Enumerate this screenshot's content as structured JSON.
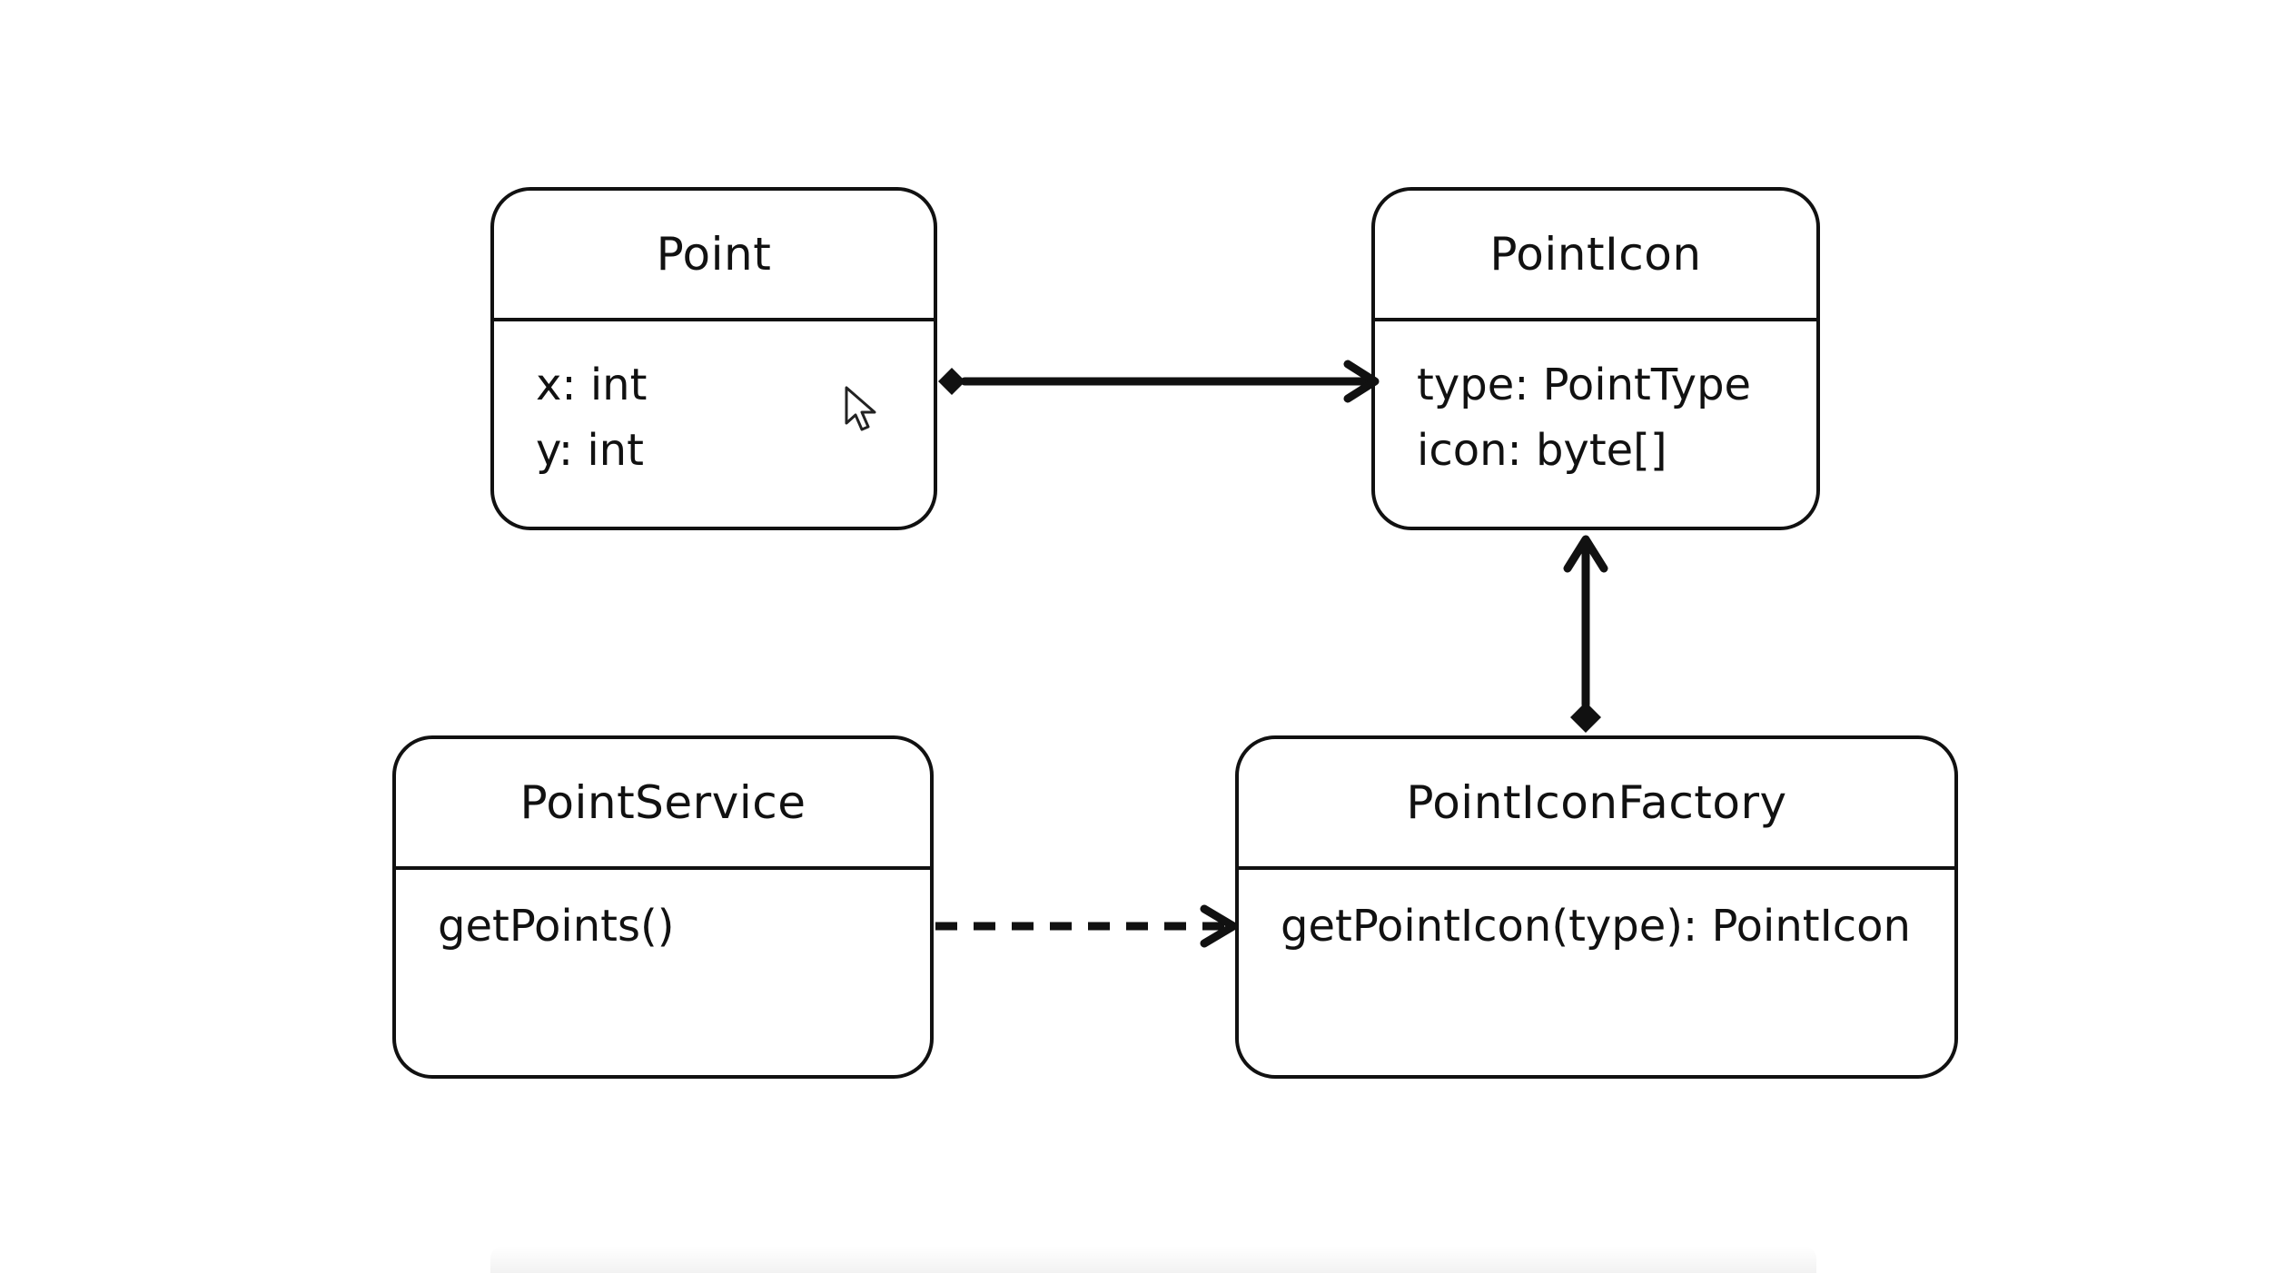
{
  "diagram": {
    "type": "uml-class-diagram",
    "classes": [
      {
        "id": "point",
        "title": "Point",
        "members": [
          "x: int",
          "y: int"
        ]
      },
      {
        "id": "point-icon",
        "title": "PointIcon",
        "members": [
          "type: PointType",
          "icon: byte[]"
        ]
      },
      {
        "id": "point-service",
        "title": "PointService",
        "members": [
          "getPoints()"
        ]
      },
      {
        "id": "point-icon-factory",
        "title": "PointIconFactory",
        "members": [
          "getPointIcon(type): PointIcon"
        ]
      }
    ],
    "relations": [
      {
        "from": "point",
        "to": "point-icon",
        "kind": "composition",
        "line": "solid"
      },
      {
        "from": "point-icon-factory",
        "to": "point-icon",
        "kind": "composition",
        "line": "solid"
      },
      {
        "from": "point-service",
        "to": "point-icon-factory",
        "kind": "dependency",
        "line": "dashed"
      }
    ],
    "colors": {
      "stroke": "#111111",
      "fill": "#ffffff",
      "text": "#111111"
    }
  }
}
